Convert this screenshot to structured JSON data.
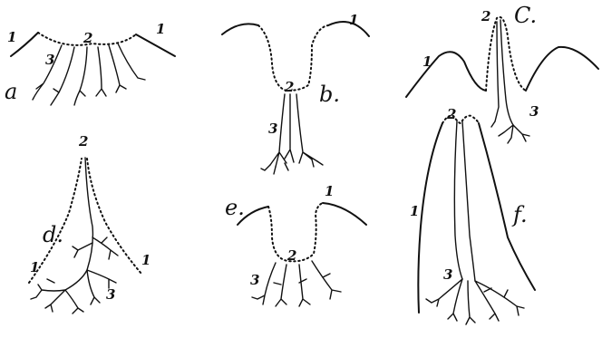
{
  "panels": [
    {
      "letter": "a",
      "n_surface": "1",
      "n_surface2": "1",
      "n_top": "2",
      "n_branch": "3"
    },
    {
      "letter": "b.",
      "n_surface": "1",
      "n_top": "2",
      "n_branch": "3"
    },
    {
      "letter": "C.",
      "n_surface": "1",
      "n_top": "2",
      "n_branch": "3"
    },
    {
      "letter": "d.",
      "n_surface": "1",
      "n_surface2": "1",
      "n_top": "2",
      "n_branch": "3"
    },
    {
      "letter": "e.",
      "n_surface": "1",
      "n_top": "2",
      "n_branch": "3"
    },
    {
      "letter": "f.",
      "n_surface": "1",
      "n_top": "2",
      "n_branch": "3"
    }
  ]
}
